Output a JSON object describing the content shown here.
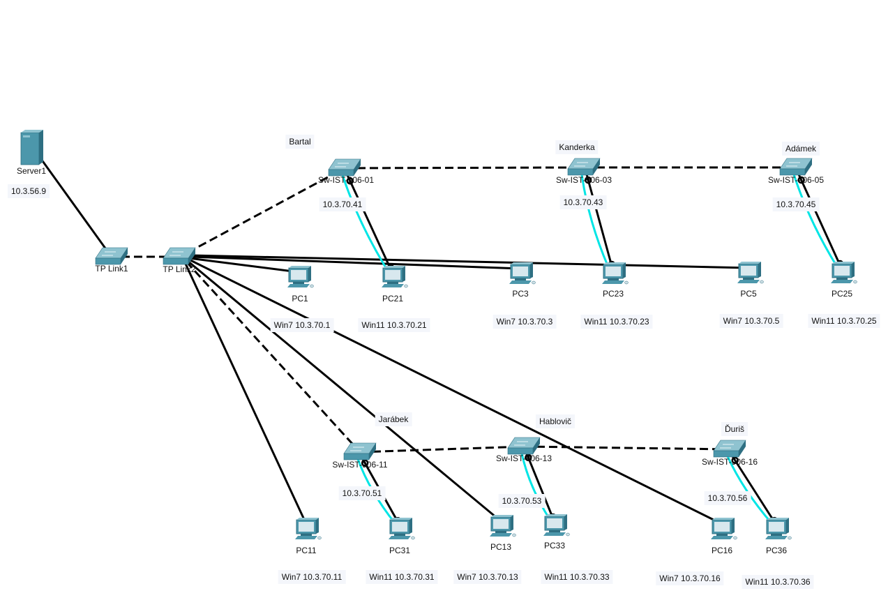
{
  "colors": {
    "device": "#4c97ab",
    "device_dark": "#2e6f82",
    "device_light": "#8fc3d0",
    "screen": "#d8e8ee",
    "link": "#000000",
    "console": "#00e5e5",
    "tag_bg": "#f4f6fb"
  },
  "devices": [
    {
      "id": "server1",
      "type": "server",
      "name": "Server1",
      "tag": "10.3.56.9"
    },
    {
      "id": "tplink1",
      "type": "switch",
      "name": "TP Link1"
    },
    {
      "id": "tplink2",
      "type": "switch",
      "name": "TP Link2"
    },
    {
      "id": "sw01",
      "type": "switch",
      "name": "Sw-IST-906-01",
      "tag": "10.3.70.41",
      "owner": "Bartal"
    },
    {
      "id": "sw03",
      "type": "switch",
      "name": "Sw-IST-906-03",
      "tag": "10.3.70.43",
      "owner": "Kanderka"
    },
    {
      "id": "sw05",
      "type": "switch",
      "name": "Sw-IST-906-05",
      "tag": "10.3.70.45",
      "owner": "Adámek"
    },
    {
      "id": "sw11",
      "type": "switch",
      "name": "Sw-IST-906-11",
      "tag": "10.3.70.51",
      "owner": "Jarábek"
    },
    {
      "id": "sw13",
      "type": "switch",
      "name": "Sw-IST-906-13",
      "tag": "10.3.70.53",
      "owner": "Hablovič"
    },
    {
      "id": "sw16",
      "type": "switch",
      "name": "Sw-IST-906-16",
      "tag": "10.3.70.56",
      "owner": "Ďuriš"
    },
    {
      "id": "pc1",
      "type": "pc",
      "name": "PC1",
      "tag": "Win7 10.3.70.1"
    },
    {
      "id": "pc21",
      "type": "pc",
      "name": "PC21",
      "tag": "Win11 10.3.70.21"
    },
    {
      "id": "pc3",
      "type": "pc",
      "name": "PC3",
      "tag": "Win7 10.3.70.3"
    },
    {
      "id": "pc23",
      "type": "pc",
      "name": "PC23",
      "tag": "Win11 10.3.70.23"
    },
    {
      "id": "pc5",
      "type": "pc",
      "name": "PC5",
      "tag": "Win7 10.3.70.5"
    },
    {
      "id": "pc25",
      "type": "pc",
      "name": "PC25",
      "tag": "Win11 10.3.70.25"
    },
    {
      "id": "pc11",
      "type": "pc",
      "name": "PC11",
      "tag": "Win7 10.3.70.11"
    },
    {
      "id": "pc31",
      "type": "pc",
      "name": "PC31",
      "tag": "Win11 10.3.70.31"
    },
    {
      "id": "pc13",
      "type": "pc",
      "name": "PC13",
      "tag": "Win7 10.3.70.13"
    },
    {
      "id": "pc33",
      "type": "pc",
      "name": "PC33",
      "tag": "Win11 10.3.70.33"
    },
    {
      "id": "pc16",
      "type": "pc",
      "name": "PC16",
      "tag": "Win7 10.3.70.16"
    },
    {
      "id": "pc36",
      "type": "pc",
      "name": "PC36",
      "tag": "Win11 10.3.70.36"
    }
  ],
  "links": [
    {
      "from": "server1",
      "to": "tplink1",
      "style": "straight"
    },
    {
      "from": "tplink1",
      "to": "tplink2",
      "style": "crossover"
    },
    {
      "from": "tplink2",
      "to": "sw01",
      "style": "crossover"
    },
    {
      "from": "sw01",
      "to": "sw03",
      "style": "crossover"
    },
    {
      "from": "sw03",
      "to": "sw05",
      "style": "crossover"
    },
    {
      "from": "tplink2",
      "to": "sw11",
      "style": "crossover"
    },
    {
      "from": "sw11",
      "to": "sw13",
      "style": "crossover"
    },
    {
      "from": "sw13",
      "to": "sw16",
      "style": "crossover"
    },
    {
      "from": "tplink2",
      "to": "pc1",
      "style": "straight"
    },
    {
      "from": "tplink2",
      "to": "pc3",
      "style": "straight"
    },
    {
      "from": "tplink2",
      "to": "pc5",
      "style": "straight"
    },
    {
      "from": "tplink2",
      "to": "pc11",
      "style": "straight"
    },
    {
      "from": "tplink2",
      "to": "pc13",
      "style": "straight"
    },
    {
      "from": "tplink2",
      "to": "pc16",
      "style": "straight"
    },
    {
      "from": "sw01",
      "to": "pc21",
      "style": "straight"
    },
    {
      "from": "sw03",
      "to": "pc23",
      "style": "straight"
    },
    {
      "from": "sw05",
      "to": "pc25",
      "style": "straight"
    },
    {
      "from": "sw11",
      "to": "pc31",
      "style": "straight"
    },
    {
      "from": "sw13",
      "to": "pc33",
      "style": "straight"
    },
    {
      "from": "sw16",
      "to": "pc36",
      "style": "straight"
    },
    {
      "from": "sw01",
      "to": "pc21",
      "style": "console"
    },
    {
      "from": "sw03",
      "to": "pc23",
      "style": "console"
    },
    {
      "from": "sw05",
      "to": "pc25",
      "style": "console"
    },
    {
      "from": "sw11",
      "to": "pc31",
      "style": "console"
    },
    {
      "from": "sw13",
      "to": "pc33",
      "style": "console"
    },
    {
      "from": "sw16",
      "to": "pc36",
      "style": "console"
    }
  ]
}
